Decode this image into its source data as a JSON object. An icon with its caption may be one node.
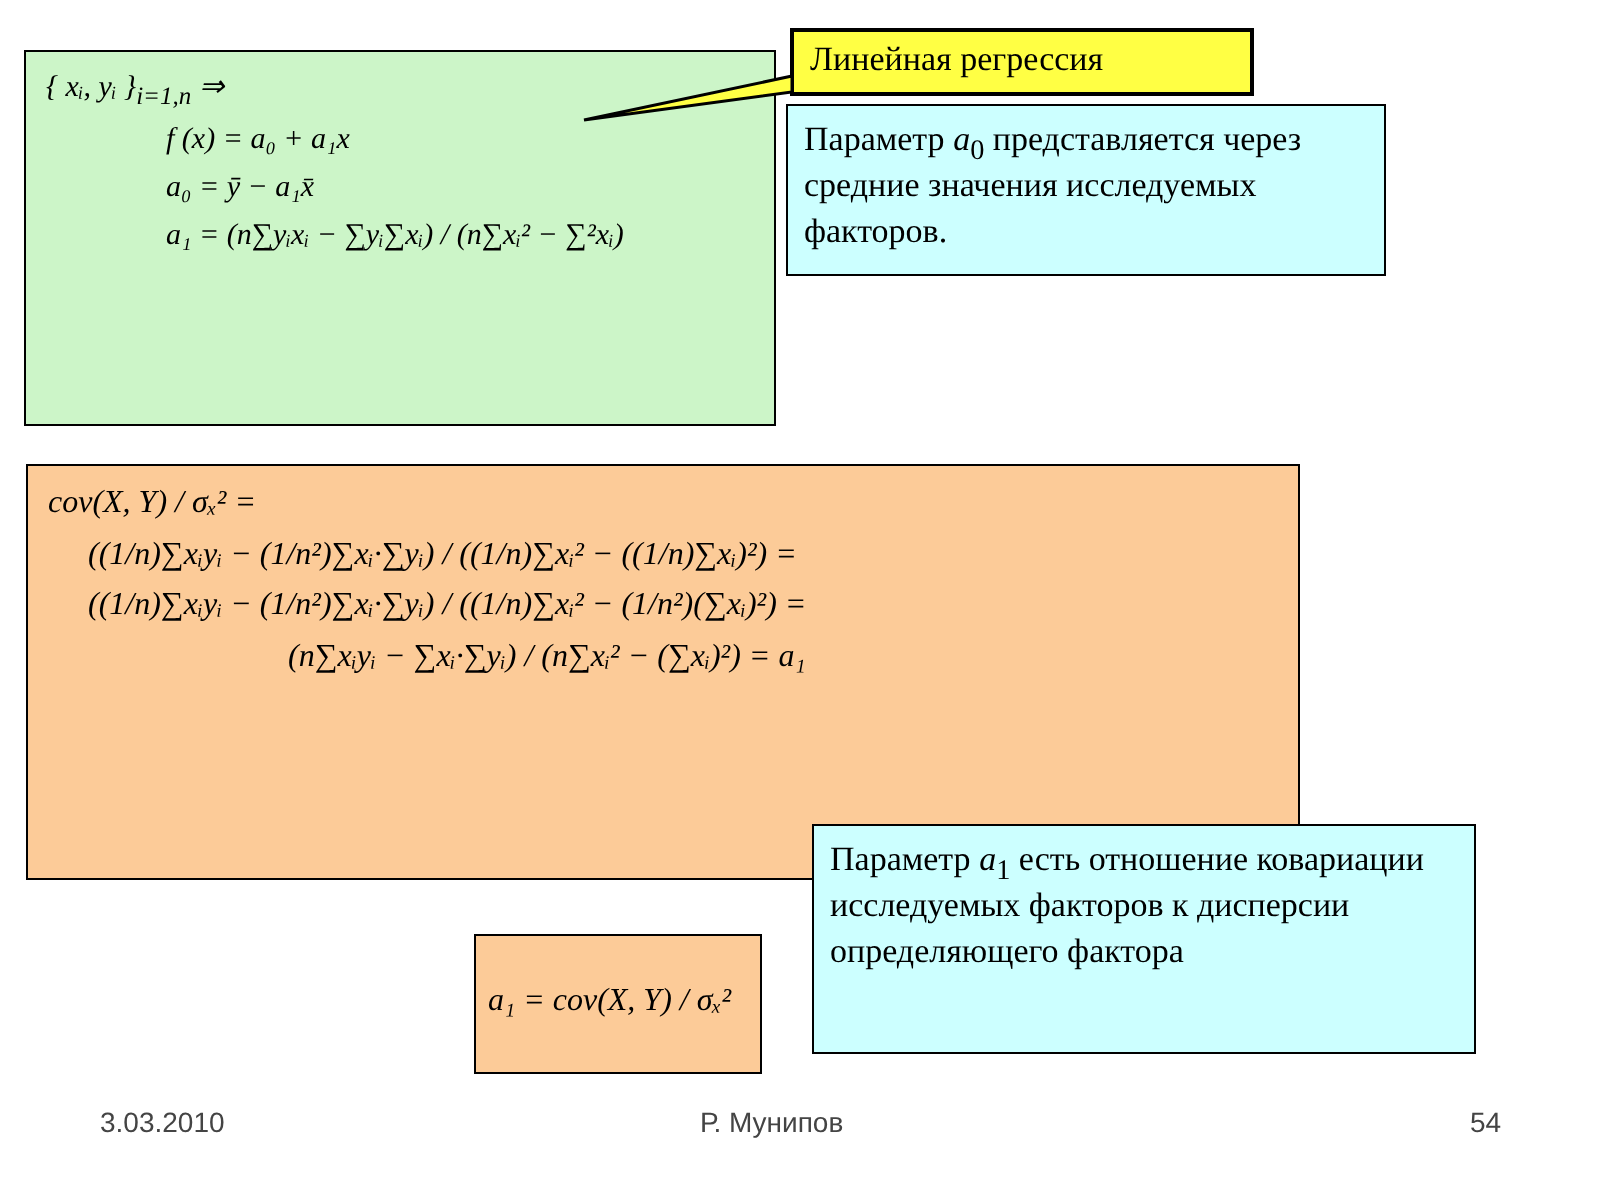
{
  "diagram": {
    "nodes": [
      {
        "text": [
          "{ xᵢ, yᵢ }$_{i=1,n}$ ⇒",
          "f (x) = a₀ + a₁x",
          "a₀ = ȳ − a₁x̄",
          "a₁ = (n∑yᵢxᵢ − ∑yᵢ∑xᵢ) / (n∑xᵢ² − ∑²xᵢ)"
        ]
      },
      {
        "text": [
          "Линейная регрессия"
        ]
      },
      {
        "text": [
          "Параметр *a*$_{0}$ представляется через средние значения исследуемых факторов."
        ]
      },
      {
        "text": [
          "cov(X, Y) / σₓ² =",
          "((1/n)∑xᵢyᵢ − (1/n²)∑xᵢ·∑yᵢ) / ((1/n)∑xᵢ² − ((1/n)∑xᵢ)²) =",
          "((1/n)∑xᵢyᵢ − (1/n²)∑xᵢ·∑yᵢ) / ((1/n)∑xᵢ² − (1/n²)(∑xᵢ)²) =",
          "(n∑xᵢyᵢ − ∑xᵢ·∑yᵢ) / (n∑xᵢ² − (∑xᵢ)²) = a₁"
        ]
      },
      {
        "text": [
          "Параметр *a*$_{1}$ есть отношение ковариации исследуемых факторов к дисперсии определяющего фактора"
        ]
      },
      {
        "text": [
          "a₁ = cov(X, Y) / σₓ²"
        ]
      }
    ],
    "edges": [
      {
        "from": 1,
        "to": 0,
        "arrow": "none"
      }
    ],
    "labels": [
      "3.03.2010",
      "Р. Мунипов",
      "54"
    ]
  }
}
